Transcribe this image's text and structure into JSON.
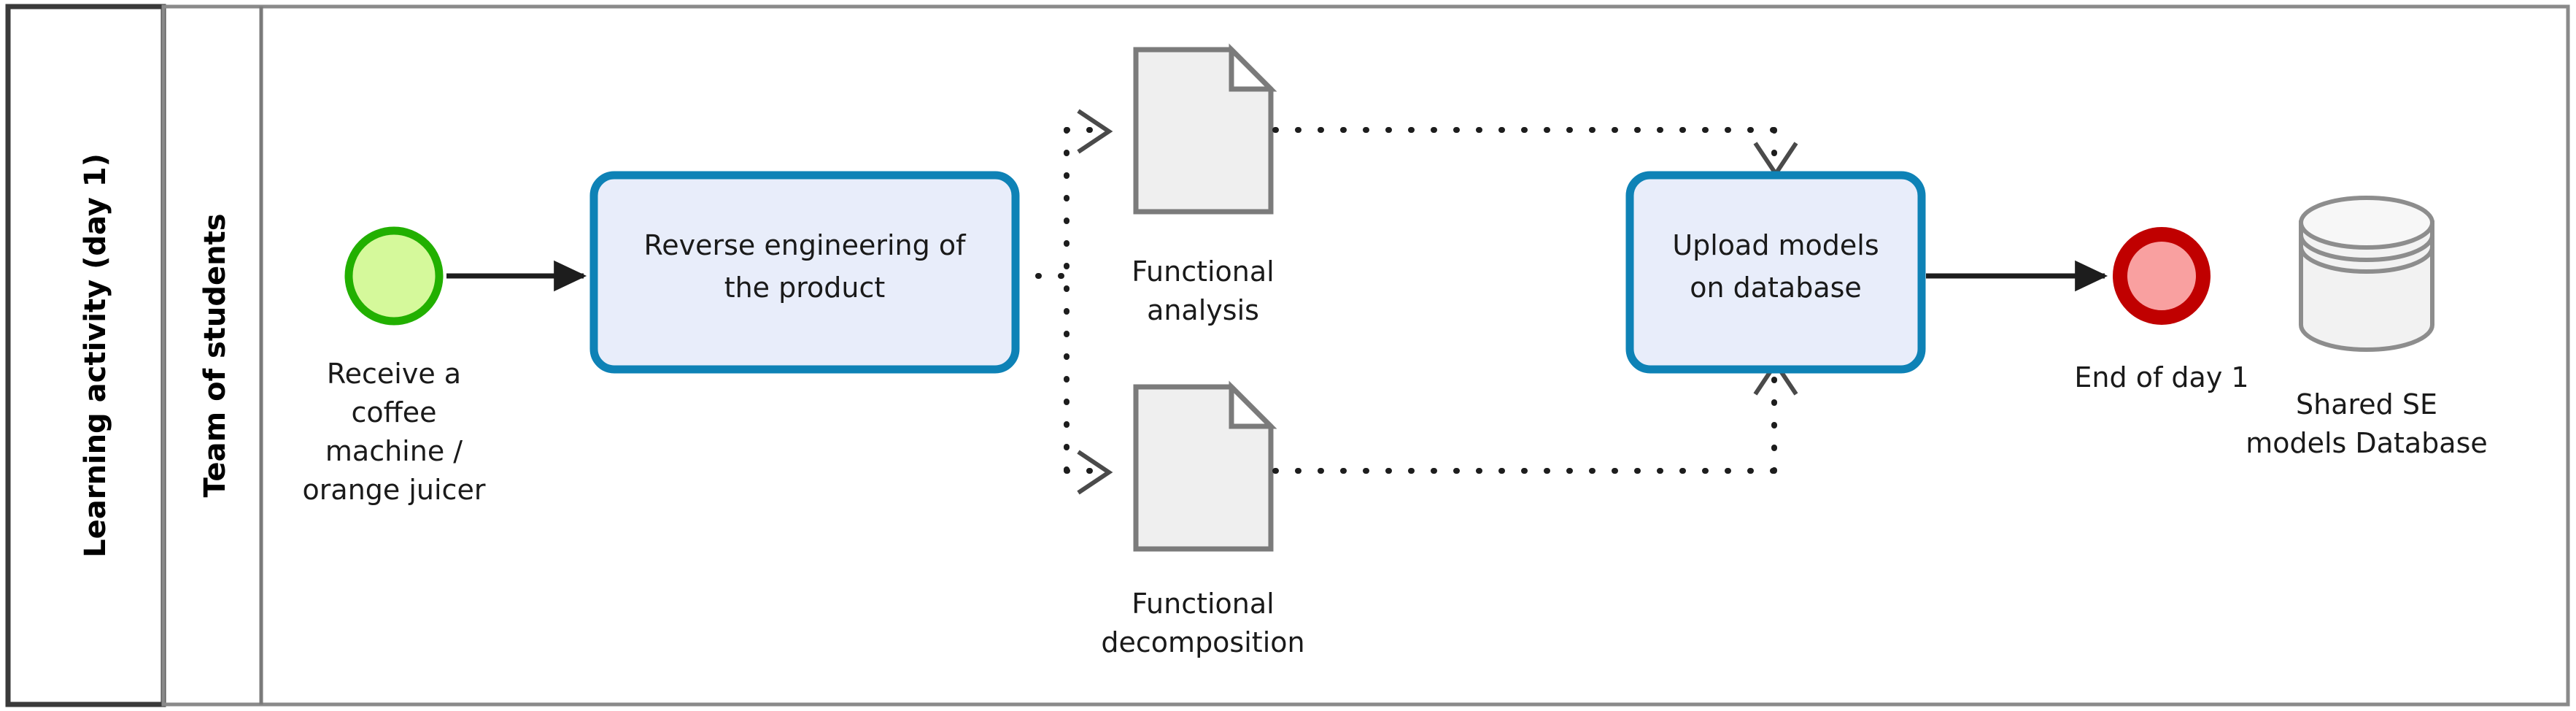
{
  "diagram": {
    "type": "bpmn-process-diagram",
    "pool": {
      "label": "Learning activity (day 1)"
    },
    "lane": {
      "label": "Team of students"
    },
    "colors": {
      "task_border": "#0e82b6",
      "task_fill": "#e8edfa",
      "start_event_border": "#22b000",
      "start_event_fill": "#d5f99b",
      "end_event_border": "#c00000",
      "end_event_fill": "#f9a0a0",
      "artifact_fill": "#efefef",
      "artifact_stroke": "#7b7b7b",
      "frame_stroke": "#3a3a3a",
      "flow_stroke": "#1d1d1d"
    },
    "nodes": {
      "start_event": {
        "kind": "start-event",
        "caption_lines": [
          "Receive a",
          "coffee",
          "machine /",
          "orange juicer"
        ]
      },
      "task_reverse_engineering": {
        "kind": "task",
        "label_lines": [
          "Reverse engineering of",
          "the product"
        ]
      },
      "doc_functional_analysis": {
        "kind": "data-object",
        "caption_lines": [
          "Functional",
          "analysis"
        ]
      },
      "doc_functional_decomposition": {
        "kind": "data-object",
        "caption_lines": [
          "Functional",
          "decomposition"
        ]
      },
      "task_upload_models": {
        "kind": "task",
        "label_lines": [
          "Upload models",
          "on database"
        ]
      },
      "end_event": {
        "kind": "end-event",
        "caption_lines": [
          "End of day 1"
        ]
      },
      "data_store": {
        "kind": "data-store",
        "caption_lines": [
          "Shared SE",
          "models Database"
        ]
      }
    },
    "flows": [
      {
        "id": "flow-start-to-reverse-engineering",
        "kind": "sequence-flow",
        "from": "start_event",
        "to": "task_reverse_engineering"
      },
      {
        "id": "assoc-reverse-engineering-to-functional-analysis",
        "kind": "association",
        "from": "task_reverse_engineering",
        "to": "doc_functional_analysis"
      },
      {
        "id": "assoc-reverse-engineering-to-functional-decomposition",
        "kind": "association",
        "from": "task_reverse_engineering",
        "to": "doc_functional_decomposition"
      },
      {
        "id": "assoc-functional-analysis-to-upload",
        "kind": "association",
        "from": "doc_functional_analysis",
        "to": "task_upload_models"
      },
      {
        "id": "assoc-functional-decomposition-to-upload",
        "kind": "association",
        "from": "doc_functional_decomposition",
        "to": "task_upload_models"
      },
      {
        "id": "flow-upload-to-end",
        "kind": "sequence-flow",
        "from": "task_upload_models",
        "to": "end_event"
      }
    ]
  }
}
